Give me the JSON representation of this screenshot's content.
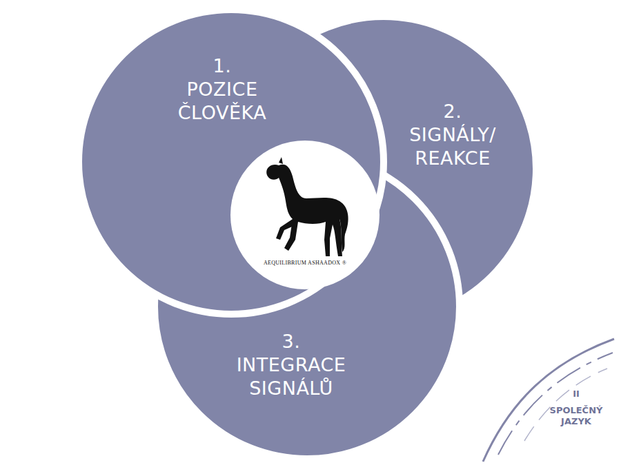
{
  "diagram": {
    "nodes": [
      {
        "text": [
          "1.",
          "POZICE ČLOVĚKA"
        ]
      },
      {
        "text": [
          "2.",
          "SIGNÁLY/ REAKCE"
        ]
      },
      {
        "text": [
          "3.",
          "INTEGRACE SIGNÁLŮ"
        ]
      }
    ],
    "labels": [
      "AEQUILIBRIUM ASHAADOX ®",
      "II",
      "SPOLEČNÝ JAZYK"
    ]
  }
}
